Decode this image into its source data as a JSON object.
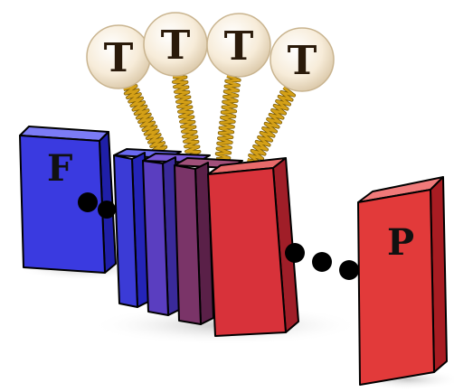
{
  "diagram": {
    "left_plate": {
      "label": "F",
      "color": "#3a3ae0"
    },
    "right_plate": {
      "label": "P",
      "color": "#e23a3a"
    },
    "balls": [
      {
        "label": "T"
      },
      {
        "label": "T"
      },
      {
        "label": "T"
      },
      {
        "label": "T"
      }
    ],
    "colors": {
      "spring": "#d4a017",
      "ball_fill": "#f7ecd9",
      "dot": "#000000"
    }
  }
}
